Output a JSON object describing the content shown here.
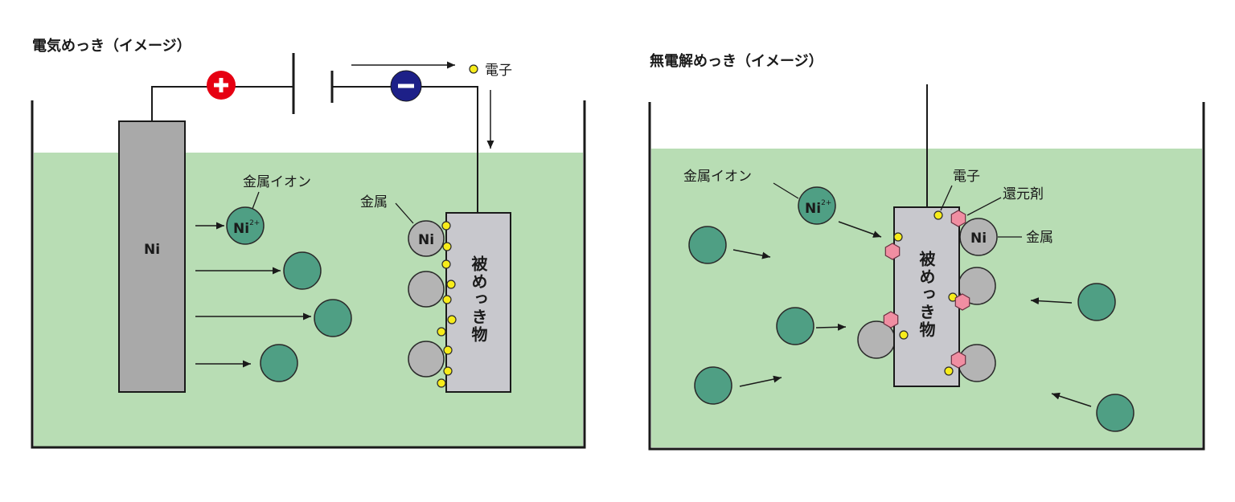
{
  "panels": {
    "electroplating": {
      "title": "電気めっき（イメージ）",
      "anode_label": "Ni",
      "terminal_positive_icon": "plus-icon",
      "terminal_negative_icon": "minus-icon",
      "electron_label": "電子",
      "ion_label": "金属イオン",
      "ion_symbol": "Ni",
      "ion_charge": "2+",
      "metal_label": "金属",
      "metal_symbol": "Ni",
      "workpiece_label": "被めっき物"
    },
    "electroless": {
      "title": "無電解めっき（イメージ）",
      "ion_label": "金属イオン",
      "ion_symbol": "Ni",
      "ion_charge": "2+",
      "electron_label": "電子",
      "reducing_agent_label": "還元剤",
      "metal_label": "金属",
      "metal_symbol": "Ni",
      "workpiece_label": "被めっき物"
    }
  },
  "colors": {
    "solution": "#b8ddb4",
    "metal_ion": "#4f9f84",
    "deposited_metal": "#b4b4b4",
    "anode": "#a9a9a9",
    "workpiece": "#c8c8cd",
    "electron": "#f7ec1a",
    "reducing_agent": "#f08ea2",
    "positive_terminal": "#e60012",
    "negative_terminal": "#1d2088",
    "terminal_sign": "#ffffff"
  }
}
